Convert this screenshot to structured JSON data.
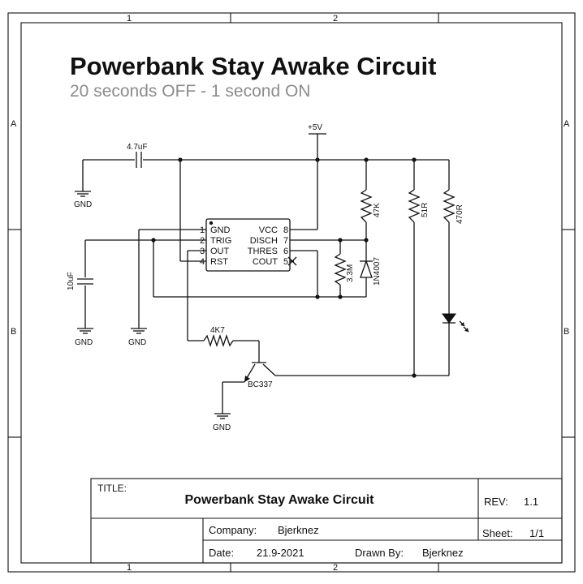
{
  "frame": {
    "columns": [
      "1",
      "2"
    ],
    "rows": [
      "A",
      "B"
    ]
  },
  "header": {
    "title": "Powerbank Stay Awake Circuit",
    "subtitle": "20 seconds OFF - 1 second ON"
  },
  "colors": {
    "subtitle": "#8c8c8c",
    "ink": "#111111"
  },
  "schematic": {
    "supply_label": "+5V",
    "gnd_label": "GND",
    "c_top": "4.7uF",
    "c_left": "10uF",
    "r_47k": "47K",
    "r_51r": "51R",
    "r_470r": "470R",
    "r_3m3": "3.3M",
    "diode": "1N4007",
    "r_base": "4K7",
    "transistor": "BC337",
    "ic_pins_left": [
      {
        "num": "1",
        "name": "GND"
      },
      {
        "num": "2",
        "name": "TRIG"
      },
      {
        "num": "3",
        "name": "OUT"
      },
      {
        "num": "4",
        "name": "RST"
      }
    ],
    "ic_pins_right": [
      {
        "num": "8",
        "name": "VCC"
      },
      {
        "num": "7",
        "name": "DISCH"
      },
      {
        "num": "6",
        "name": "THRES"
      },
      {
        "num": "5",
        "name": "COUT"
      }
    ]
  },
  "title_block": {
    "title_label": "TITLE:",
    "title_value": "Powerbank Stay Awake Circuit",
    "rev_label": "REV:",
    "rev_value": "1.1",
    "company_label": "Company:",
    "company_value": "Bjerknez",
    "sheet_label": "Sheet:",
    "sheet_value": "1/1",
    "date_label": "Date:",
    "date_value": "21.9-2021",
    "drawn_label": "Drawn By:",
    "drawn_value": "Bjerknez"
  }
}
